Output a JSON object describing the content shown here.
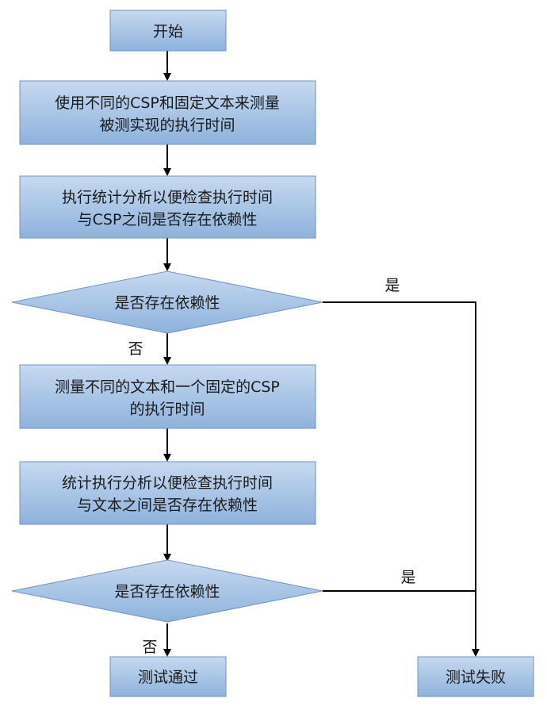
{
  "colors": {
    "shape_fill_top": "#c6d9f0",
    "shape_fill_bottom": "#8eb2dc",
    "shape_border": "#7393bf",
    "arrow": "#000000",
    "text": "#1a1a1a"
  },
  "nodes": {
    "start": "开始",
    "step1": {
      "line1": "使用不同的CSP和固定文本来测量",
      "line2": "被测实现的执行时间"
    },
    "step2": {
      "line1": "执行统计分析以便检查执行时间",
      "line2": "与CSP之间是否存在依赖性"
    },
    "decision1": "是否存在依赖性",
    "step3": {
      "line1": "测量不同的文本和一个固定的CSP",
      "line2": "的执行时间"
    },
    "step4": {
      "line1": "统计执行分析以便检查执行时间",
      "line2": "与文本之间是否存在依赖性"
    },
    "decision2": "是否存在依赖性",
    "pass": "测试通过",
    "fail": "测试失败"
  },
  "edges": {
    "d1_yes": "是",
    "d1_no": "否",
    "d2_yes": "是",
    "d2_no": "否"
  }
}
